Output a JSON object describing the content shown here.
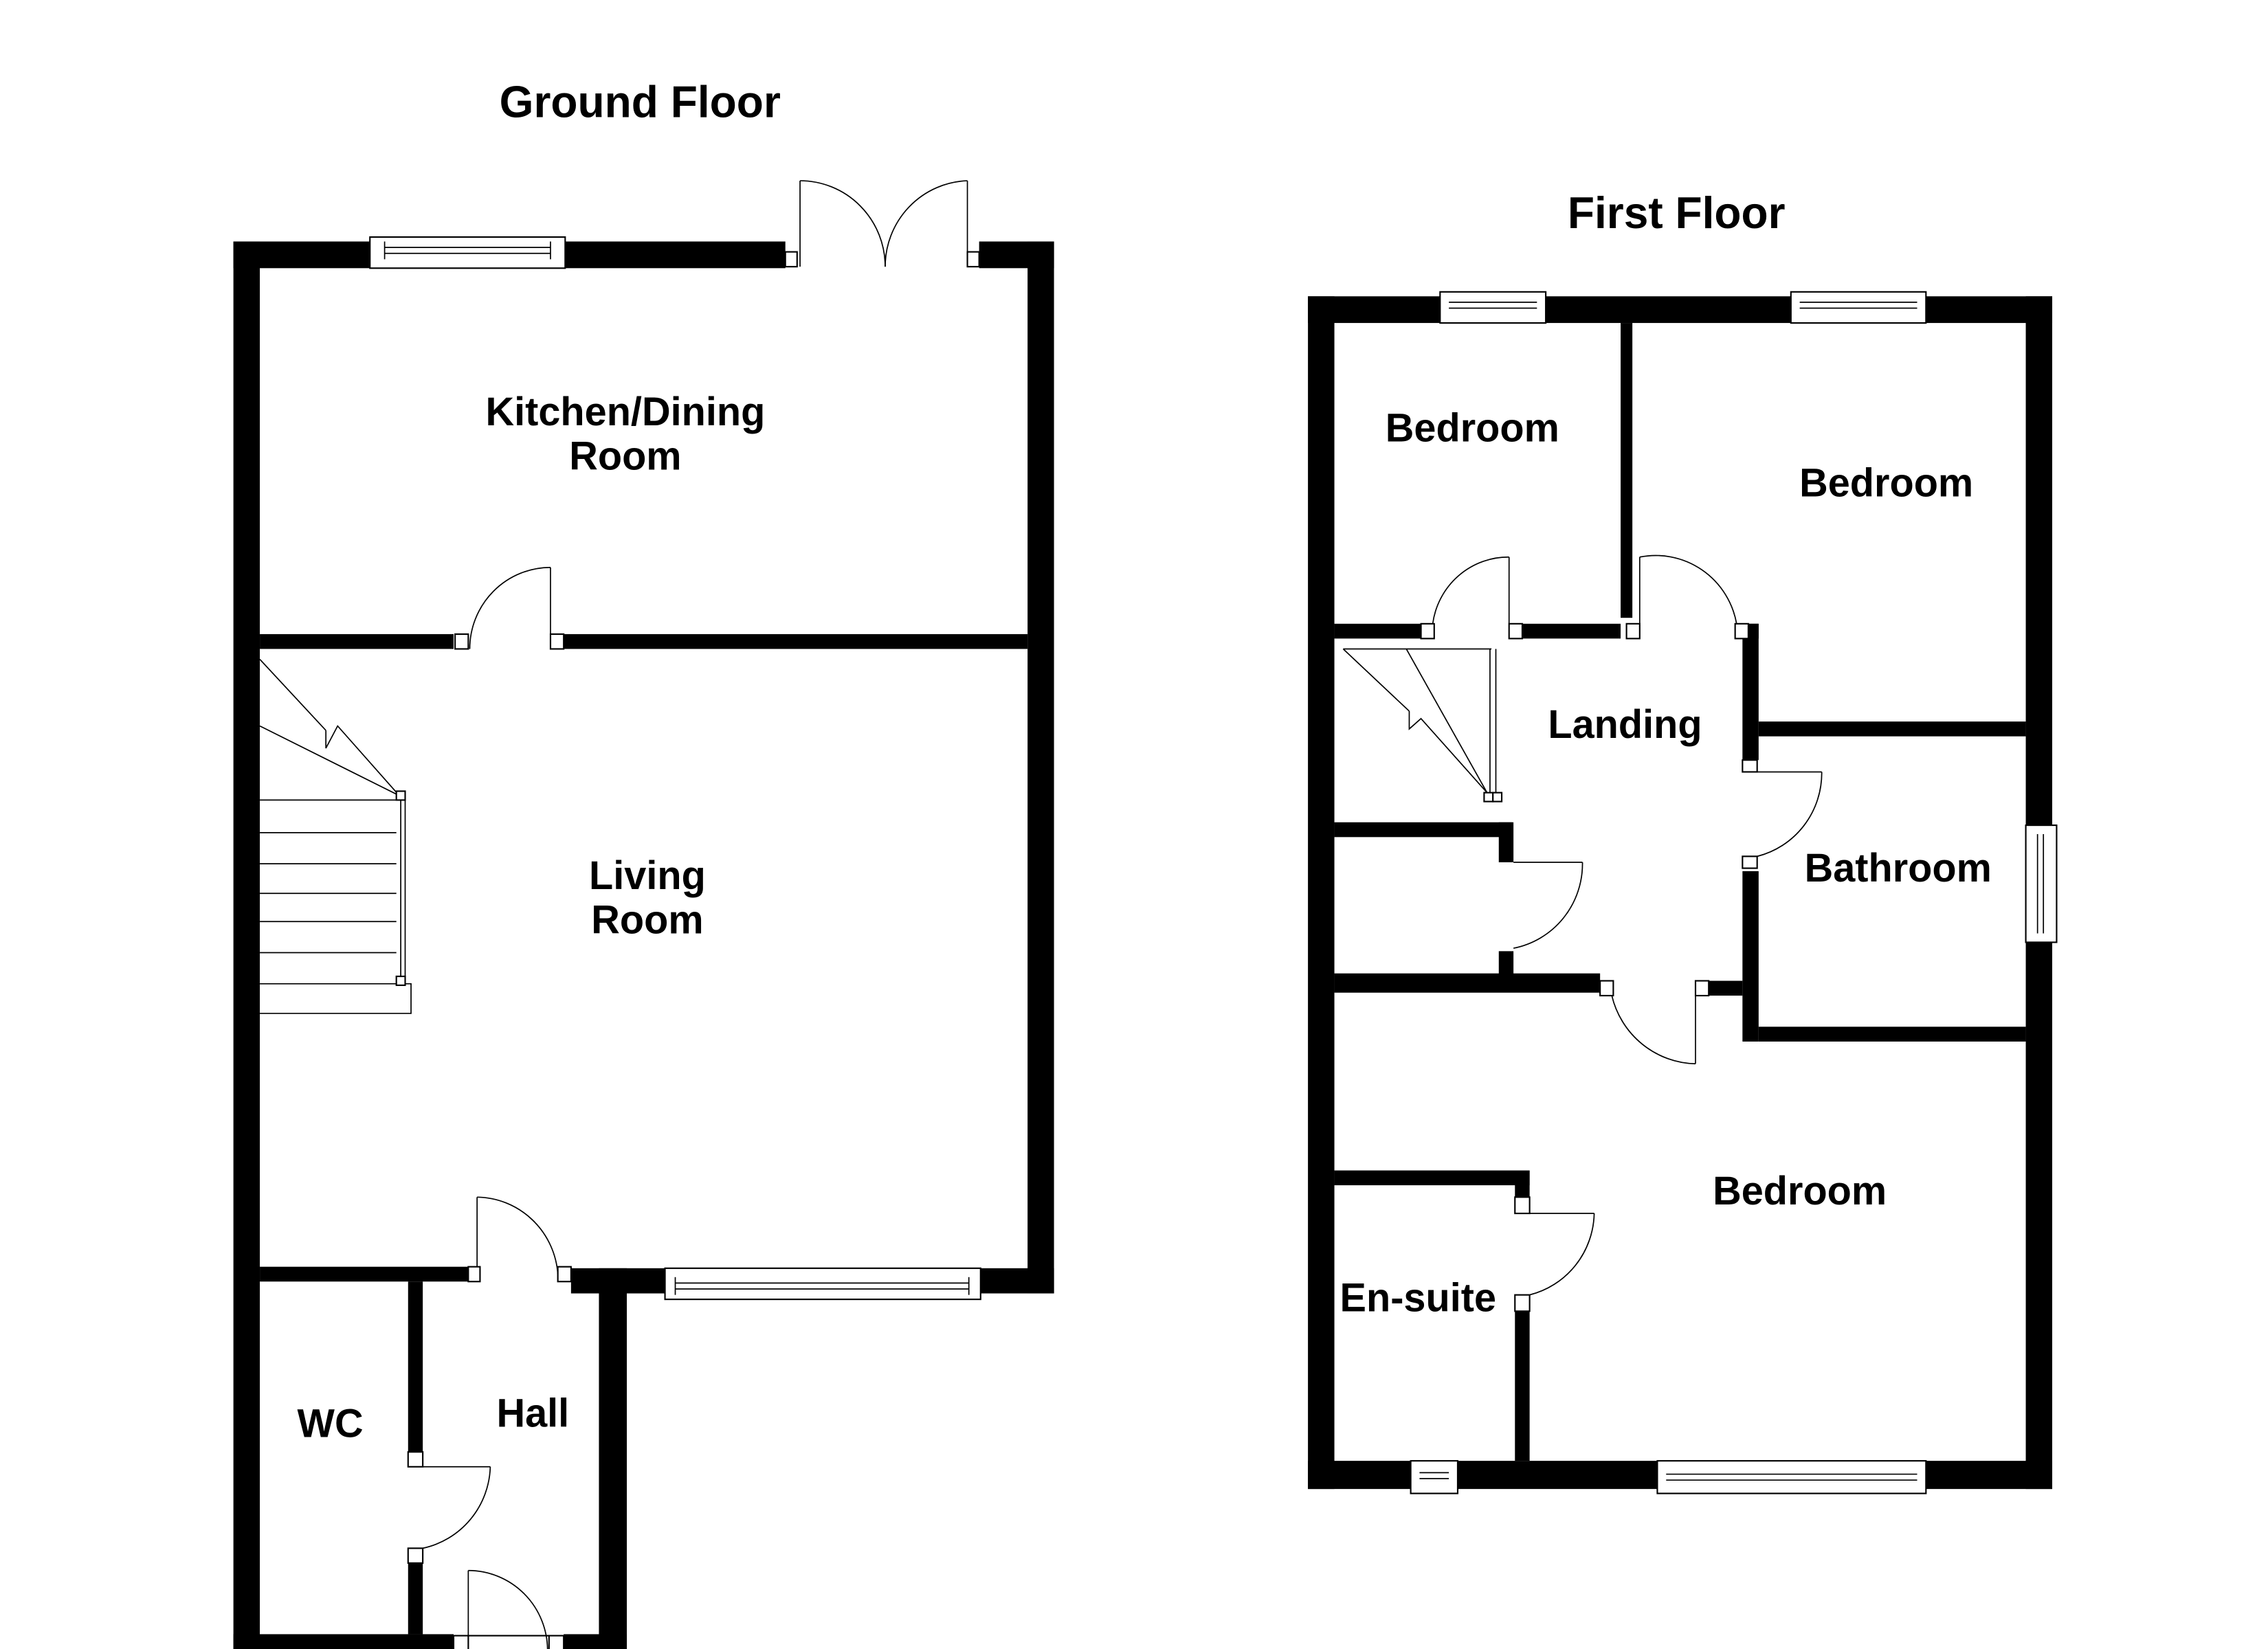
{
  "floorplan": {
    "ground_floor": {
      "title": "Ground Floor",
      "rooms": {
        "kitchen_line1": "Kitchen/Dining",
        "kitchen_line2": "Room",
        "living_line1": "Living",
        "living_line2": "Room",
        "wc": "WC",
        "hall": "Hall"
      }
    },
    "first_floor": {
      "title": "First Floor",
      "rooms": {
        "bedroom_small": "Bedroom",
        "bedroom_right": "Bedroom",
        "landing": "Landing",
        "bathroom": "Bathroom",
        "bedroom_main": "Bedroom",
        "ensuite": "En-suite"
      }
    },
    "colors": {
      "wall": "#000000",
      "background": "#ffffff"
    }
  }
}
